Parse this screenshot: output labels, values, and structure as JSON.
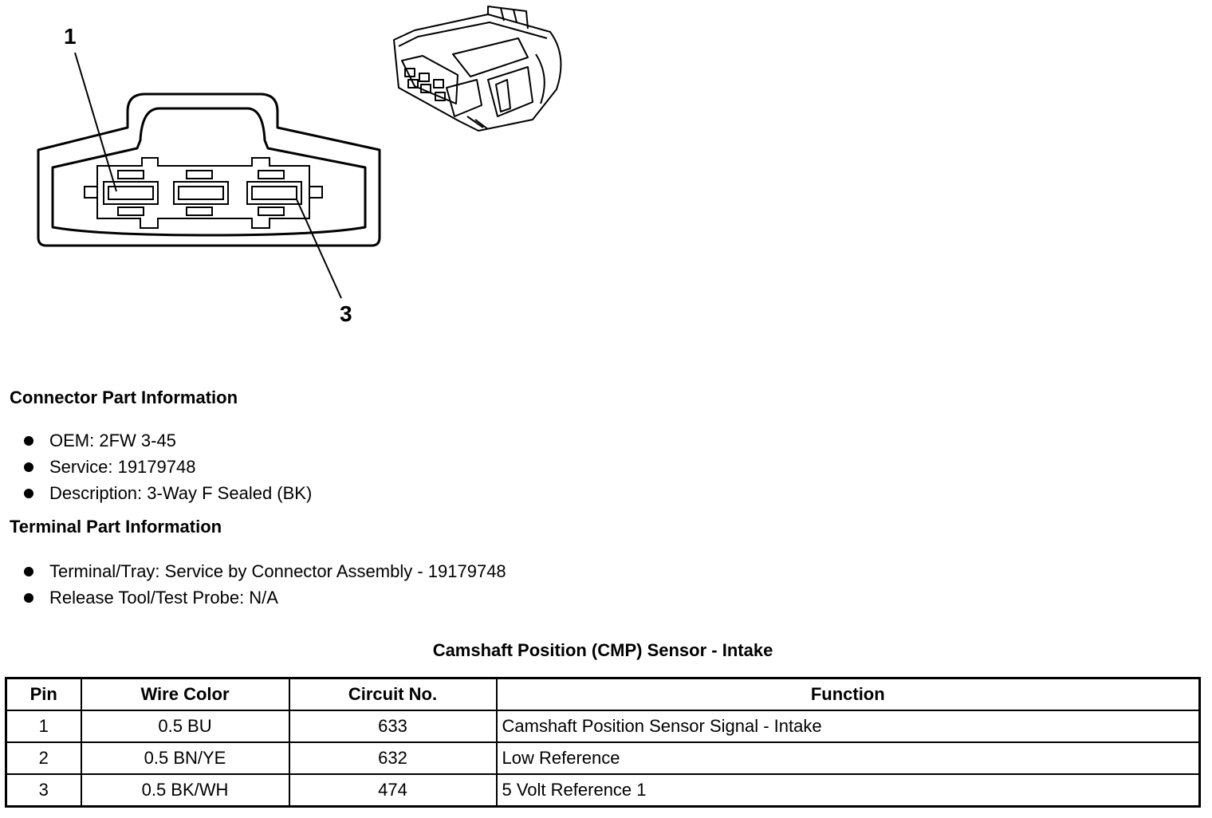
{
  "diagram": {
    "callouts": [
      "1",
      "3"
    ]
  },
  "connector_info": {
    "title": "Connector Part Information",
    "items": [
      "OEM: 2FW 3-45",
      "Service: 19179748",
      "Description: 3-Way F Sealed (BK)"
    ]
  },
  "terminal_info": {
    "title": "Terminal Part Information",
    "items": [
      "Terminal/Tray: Service by Connector Assembly - 19179748",
      "Release Tool/Test Probe: N/A"
    ]
  },
  "table": {
    "title": "Camshaft Position (CMP) Sensor - Intake",
    "headers": [
      "Pin",
      "Wire Color",
      "Circuit No.",
      "Function"
    ],
    "rows": [
      [
        "1",
        "0.5 BU",
        "633",
        "Camshaft Position Sensor Signal - Intake"
      ],
      [
        "2",
        "0.5 BN/YE",
        "632",
        "Low Reference"
      ],
      [
        "3",
        "0.5 BK/WH",
        "474",
        "5 Volt Reference 1"
      ]
    ]
  }
}
